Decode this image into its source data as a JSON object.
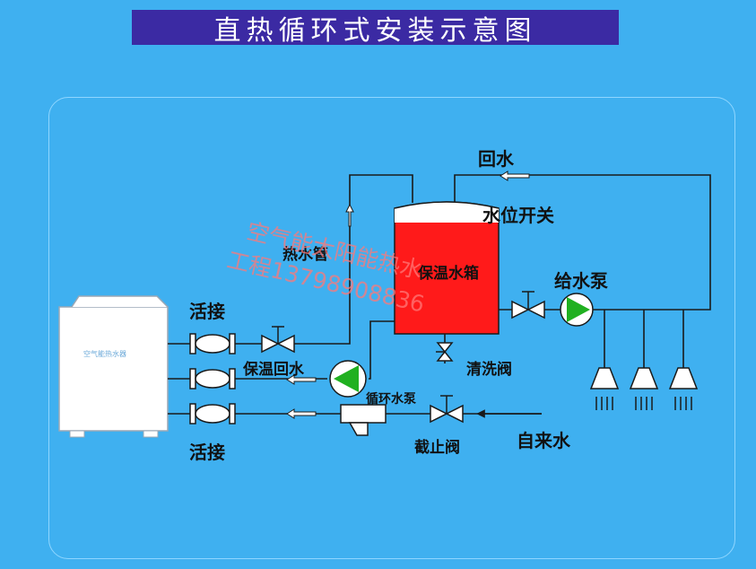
{
  "title": "直热循环式安装示意图",
  "labels": {
    "return_water": "回水",
    "level_switch": "水位开关",
    "heat_pipe": "热水管",
    "tank": "保温水箱",
    "feed_pump": "给水泵",
    "union_top": "活接",
    "union_bottom": "活接",
    "insulation_return": "保温回水",
    "cleaning_valve": "清洗阀",
    "circulation_pump": "循环水泵",
    "stop_valve": "截止阀",
    "tap_water": "自来水"
  },
  "unit_label": "空气能热水器",
  "watermark": {
    "line1": "空气能太阳能热水",
    "line2": "工程13798908836"
  },
  "colors": {
    "background": "#3fb0f0",
    "title_bar": "#3b2aa3",
    "tank_fill": "#ff1a1a",
    "pump_fill": "#20b020",
    "pipe": "#1a1a1a"
  }
}
